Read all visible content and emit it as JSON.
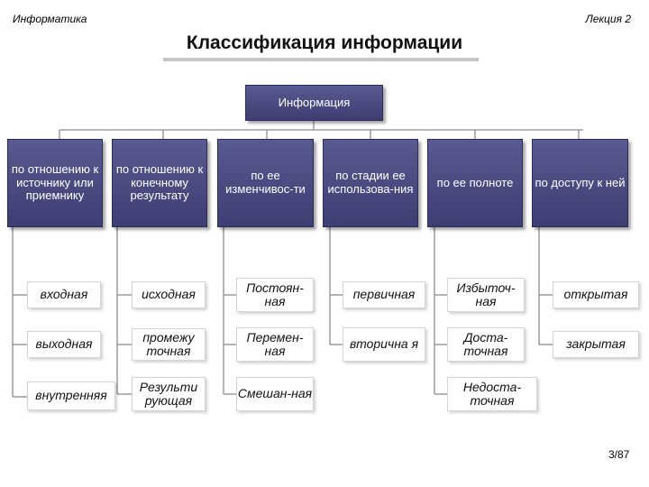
{
  "header": {
    "left": "Информатика",
    "right": "Лекция 2"
  },
  "title": "Классификация информации",
  "root": "Информация",
  "categories": [
    {
      "label": "по отношению к источнику или приемнику",
      "items": [
        "входная",
        "выходная",
        "внутренняя"
      ]
    },
    {
      "label": "по отношению к конечному результату",
      "items": [
        "исходная",
        "промежу точная",
        "Результи рующая"
      ]
    },
    {
      "label": "по ее изменчивос-ти",
      "items": [
        "Постоян-ная",
        "Перемен-ная",
        "Смешан-ная"
      ]
    },
    {
      "label": "по стадии ее использова-ния",
      "items": [
        "первичная",
        "вторична я"
      ]
    },
    {
      "label": "по ее полноте",
      "items": [
        "Избыточ-ная",
        "Доста-точная",
        "Недоста-точная"
      ]
    },
    {
      "label": "по доступу к ней",
      "items": [
        "открытая",
        "закрытая"
      ]
    }
  ],
  "page_number": "3/87"
}
